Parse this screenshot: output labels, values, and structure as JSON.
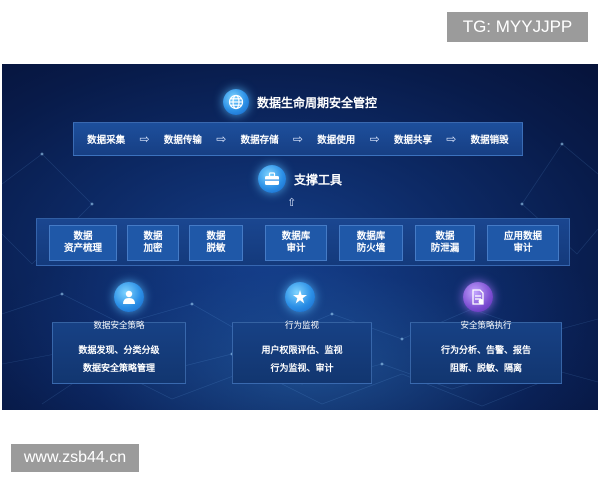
{
  "watermark_top": "TG: MYYJJPP",
  "watermark_bottom": "www.zsb44.cn",
  "diagram": {
    "title": "数据生命周期安全管控",
    "lifecycle_stages": [
      "数据采集",
      "数据传输",
      "数据存储",
      "数据使用",
      "数据共享",
      "数据销毁"
    ],
    "arrow_glyph": "⇨",
    "tools_title": "支撑工具",
    "up_arrow_glyph": "⇧",
    "tools": [
      {
        "line1": "数据",
        "line2": "资产梳理"
      },
      {
        "line1": "数据",
        "line2": "加密"
      },
      {
        "line1": "数据",
        "line2": "脱敏"
      },
      {
        "line1": "数据库",
        "line2": "审计"
      },
      {
        "line1": "数据库",
        "line2": "防火墙"
      },
      {
        "line1": "数据",
        "line2": "防泄漏"
      },
      {
        "line1": "应用数据",
        "line2": "审计"
      }
    ],
    "pillars": [
      {
        "icon": "user-icon",
        "title": "数据安全策略",
        "lines": [
          "数据发现、分类分级",
          "数据安全策略管理"
        ]
      },
      {
        "icon": "star-icon",
        "title": "行为监视",
        "lines": [
          "用户权限评估、监视",
          "行为监视、审计"
        ]
      },
      {
        "icon": "document-icon",
        "title": "安全策略执行",
        "lines": [
          "行为分析、告警、报告",
          "阻断、脱敏、隔离"
        ]
      }
    ],
    "colors": {
      "background": "#0d2a66",
      "panel": "#1a4690",
      "accent": "#2b8fe6",
      "purple": "#7b4dd1"
    }
  }
}
